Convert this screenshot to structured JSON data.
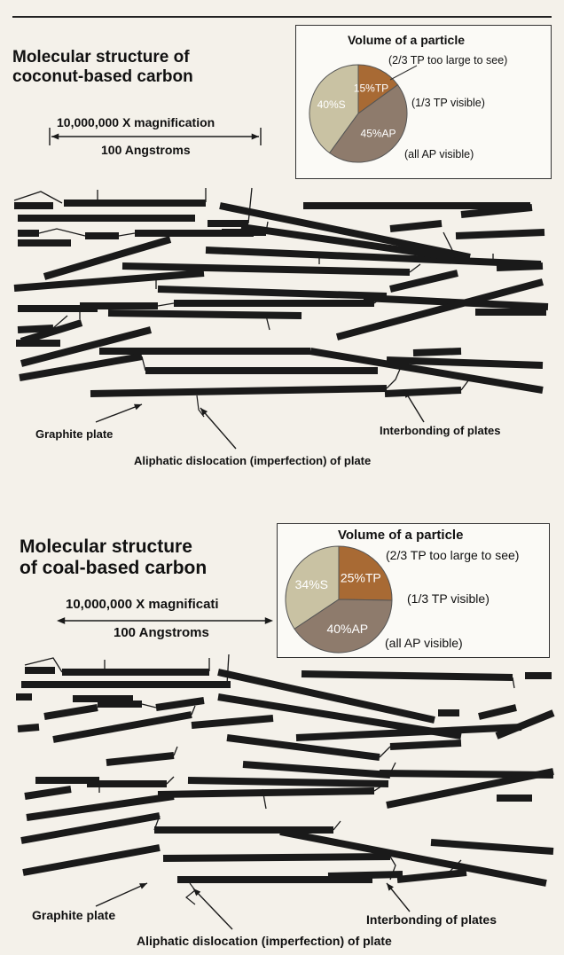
{
  "colors": {
    "slice_S": "#c9c2a3",
    "slice_TP": "#a86a34",
    "slice_AP": "#8e7b6c",
    "plate": "#1a1a1a",
    "background": "#f4f1ea"
  },
  "top": {
    "title_line1": "Molecular structure of",
    "title_line2": "coconut-based carbon",
    "magnification": "10,000,000 X magnification",
    "scale": "100 Angstroms",
    "pie": {
      "title": "Volume of a particle",
      "slices": [
        {
          "label": "40%S",
          "value": 40
        },
        {
          "label": "15%TP",
          "value": 15
        },
        {
          "label": "45%AP",
          "value": 45
        }
      ],
      "note_tp_large": "(2/3 TP too large to see)",
      "note_tp_visible": "(1/3 TP visible)",
      "note_ap": "(all AP visible)"
    },
    "callouts": {
      "graphite": "Graphite plate",
      "interbonding": "Interbonding of plates",
      "aliphatic": "Aliphatic dislocation (imperfection) of plate"
    }
  },
  "bottom": {
    "title_line1": "Molecular structure",
    "title_line2": "of coal-based carbon",
    "magnification": "10,000,000 X magnificati",
    "scale": "100 Angstroms",
    "pie": {
      "title": "Volume of a particle",
      "slices": [
        {
          "label": "34%S",
          "value": 34
        },
        {
          "label": "25%TP",
          "value": 25
        },
        {
          "label": "40%AP",
          "value": 40
        }
      ],
      "note_tp_large": "(2/3 TP too large to see)",
      "note_tp_visible": "(1/3 TP visible)",
      "note_ap": "(all AP visible)"
    },
    "callouts": {
      "graphite": "Graphite plate",
      "interbonding": "Interbonding of plates",
      "aliphatic": "Aliphatic dislocation (imperfection) of plate"
    }
  }
}
